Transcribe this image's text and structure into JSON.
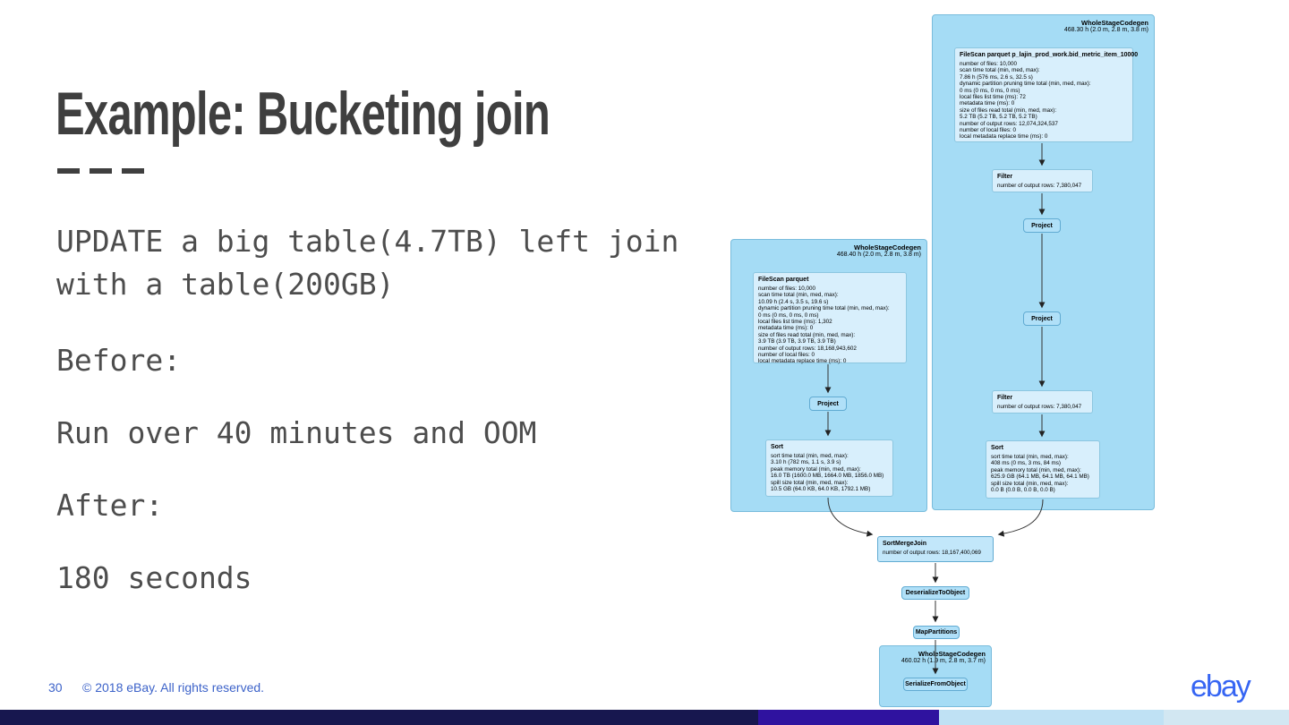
{
  "slide": {
    "title": "Example: Bucketing join",
    "body": {
      "p1": "UPDATE a big table(4.7TB) left join with a table(200GB)",
      "p2": "Before:",
      "p3": "Run over 40 minutes and OOM",
      "p4": "After:",
      "p5": "180 seconds"
    },
    "footer": {
      "page_number": "30",
      "copyright": "© 2018 eBay. All rights reserved.",
      "logo_text": "ebay"
    }
  },
  "diagram": {
    "right_stage": {
      "title": "WholeStageCodegen",
      "time": "468.30 h (2.0 m, 2.8 m, 3.8 m)"
    },
    "right_filescan": {
      "title": "FileScan parquet p_lajin_prod_work.bid_metric_item_10000",
      "lines": [
        "number of files: 10,000",
        "scan time total (min, med, max):",
        "7.86 h (576 ms, 2.6 s, 32.5 s)",
        "dynamic partition pruning time total (min, med, max):",
        "0 ms (0 ms, 0 ms, 0 ms)",
        "local files list time (ms): 72",
        "metadata time (ms): 0",
        "size of files read total (min, med, max):",
        "5.2 TB (5.2 TB, 5.2 TB, 5.2 TB)",
        "number of output rows: 12,074,324,537",
        "number of local files: 0",
        "local metadata replace time (ms): 0"
      ]
    },
    "right_filter1": {
      "title": "Filter",
      "line": "number of output rows: 7,380,047"
    },
    "right_project1": {
      "title": "Project"
    },
    "right_project2": {
      "title": "Project"
    },
    "right_filter2": {
      "title": "Filter",
      "line": "number of output rows: 7,380,047"
    },
    "right_sort": {
      "title": "Sort",
      "lines": [
        "sort time total (min, med, max):",
        "408 ms (0 ms, 3 ms, 84 ms)",
        "peak memory total (min, med, max):",
        "625.9 GB (64.1 MB, 64.1 MB, 64.1 MB)",
        "spill size total (min, med, max):",
        "0.0 B (0.0 B, 0.0 B, 0.0 B)"
      ]
    },
    "left_stage": {
      "title": "WholeStageCodegen",
      "time": "468.40 h (2.0 m, 2.8 m, 3.8 m)"
    },
    "left_filescan": {
      "title": "FileScan parquet",
      "lines": [
        "number of files: 10,000",
        "scan time total (min, med, max):",
        "10.09 h (2.4 s, 3.5 s, 19.6 s)",
        "dynamic partition pruning time total (min, med, max):",
        "0 ms (0 ms, 0 ms, 0 ms)",
        "local files list time (ms): 1,302",
        "metadata time (ms): 0",
        "size of files read total (min, med, max):",
        "3.9 TB (3.9 TB, 3.9 TB, 3.9 TB)",
        "number of output rows: 18,168,943,602",
        "number of local files: 0",
        "local metadata replace time (ms): 0"
      ]
    },
    "left_project": {
      "title": "Project"
    },
    "left_sort": {
      "title": "Sort",
      "lines": [
        "sort time total (min, med, max):",
        "3.10 h (782 ms, 1.1 s, 3.9 s)",
        "peak memory total (min, med, max):",
        "16.0 TB (1600.0 MB, 1664.0 MB, 1856.0 MB)",
        "spill size total (min, med, max):",
        "10.5 GB (64.0 KB, 64.0 KB, 1792.1 MB)"
      ]
    },
    "smj": {
      "title": "SortMergeJoin",
      "line": "number of output rows: 18,167,400,069"
    },
    "deserialize": {
      "title": "DeserializeToObject"
    },
    "mappartitions": {
      "title": "MapPartitions"
    },
    "bottom_stage": {
      "title": "WholeStageCodegen",
      "time": "460.02 h (1.9 m, 2.8 m, 3.7 m)"
    },
    "serialize": {
      "title": "SerializeFromObject"
    }
  },
  "colors": {
    "title_text": "#3f3f3f",
    "body_text": "#4d4d4d",
    "footer_text": "#3d63c9",
    "logo_blue": "#3665f3",
    "stage_box_fill": "#a5dcf5",
    "detail_box_fill": "#d8effc",
    "op_box_fill": "#b0e0f8",
    "join_box_fill": "#c2e7fa",
    "bar_segments": [
      "#17174f",
      "#2f129f",
      "#bfe1f4",
      "#d2e7f2"
    ]
  }
}
